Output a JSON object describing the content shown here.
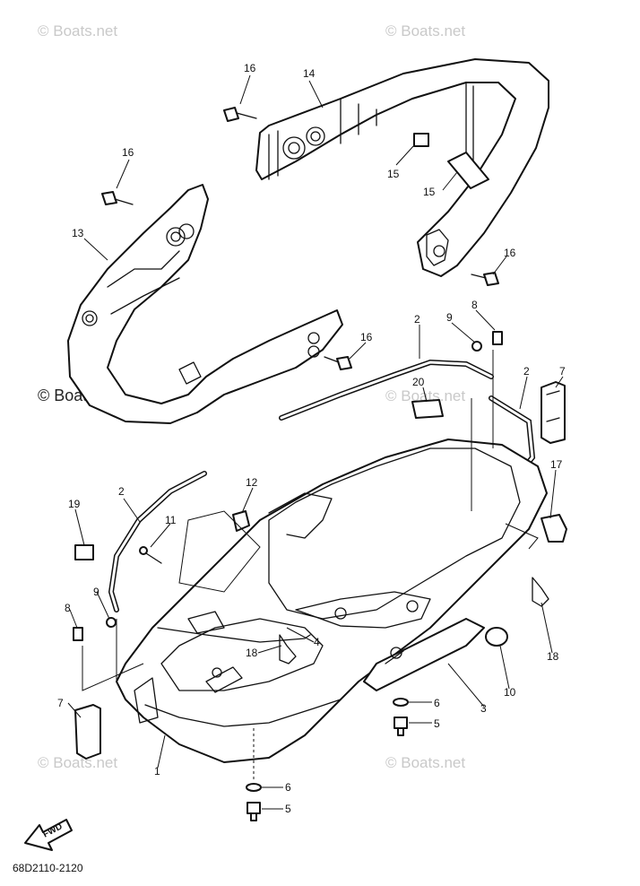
{
  "watermark": "© Boats.net",
  "diagram_code": "68D2110-2120",
  "fwd_label": "FWD",
  "callouts": {
    "c1": "1",
    "c2a": "2",
    "c2b": "2",
    "c2c": "2",
    "c3": "3",
    "c4": "4",
    "c5a": "5",
    "c5b": "5",
    "c6a": "6",
    "c6b": "6",
    "c7a": "7",
    "c7b": "7",
    "c8a": "8",
    "c8b": "8",
    "c9a": "9",
    "c9b": "9",
    "c10": "10",
    "c11": "11",
    "c12": "12",
    "c13": "13",
    "c14": "14",
    "c15a": "15",
    "c15b": "15",
    "c16a": "16",
    "c16b": "16",
    "c16c": "16",
    "c16d": "16",
    "c17": "17",
    "c18a": "18",
    "c18b": "18",
    "c19": "19",
    "c20": "20"
  }
}
